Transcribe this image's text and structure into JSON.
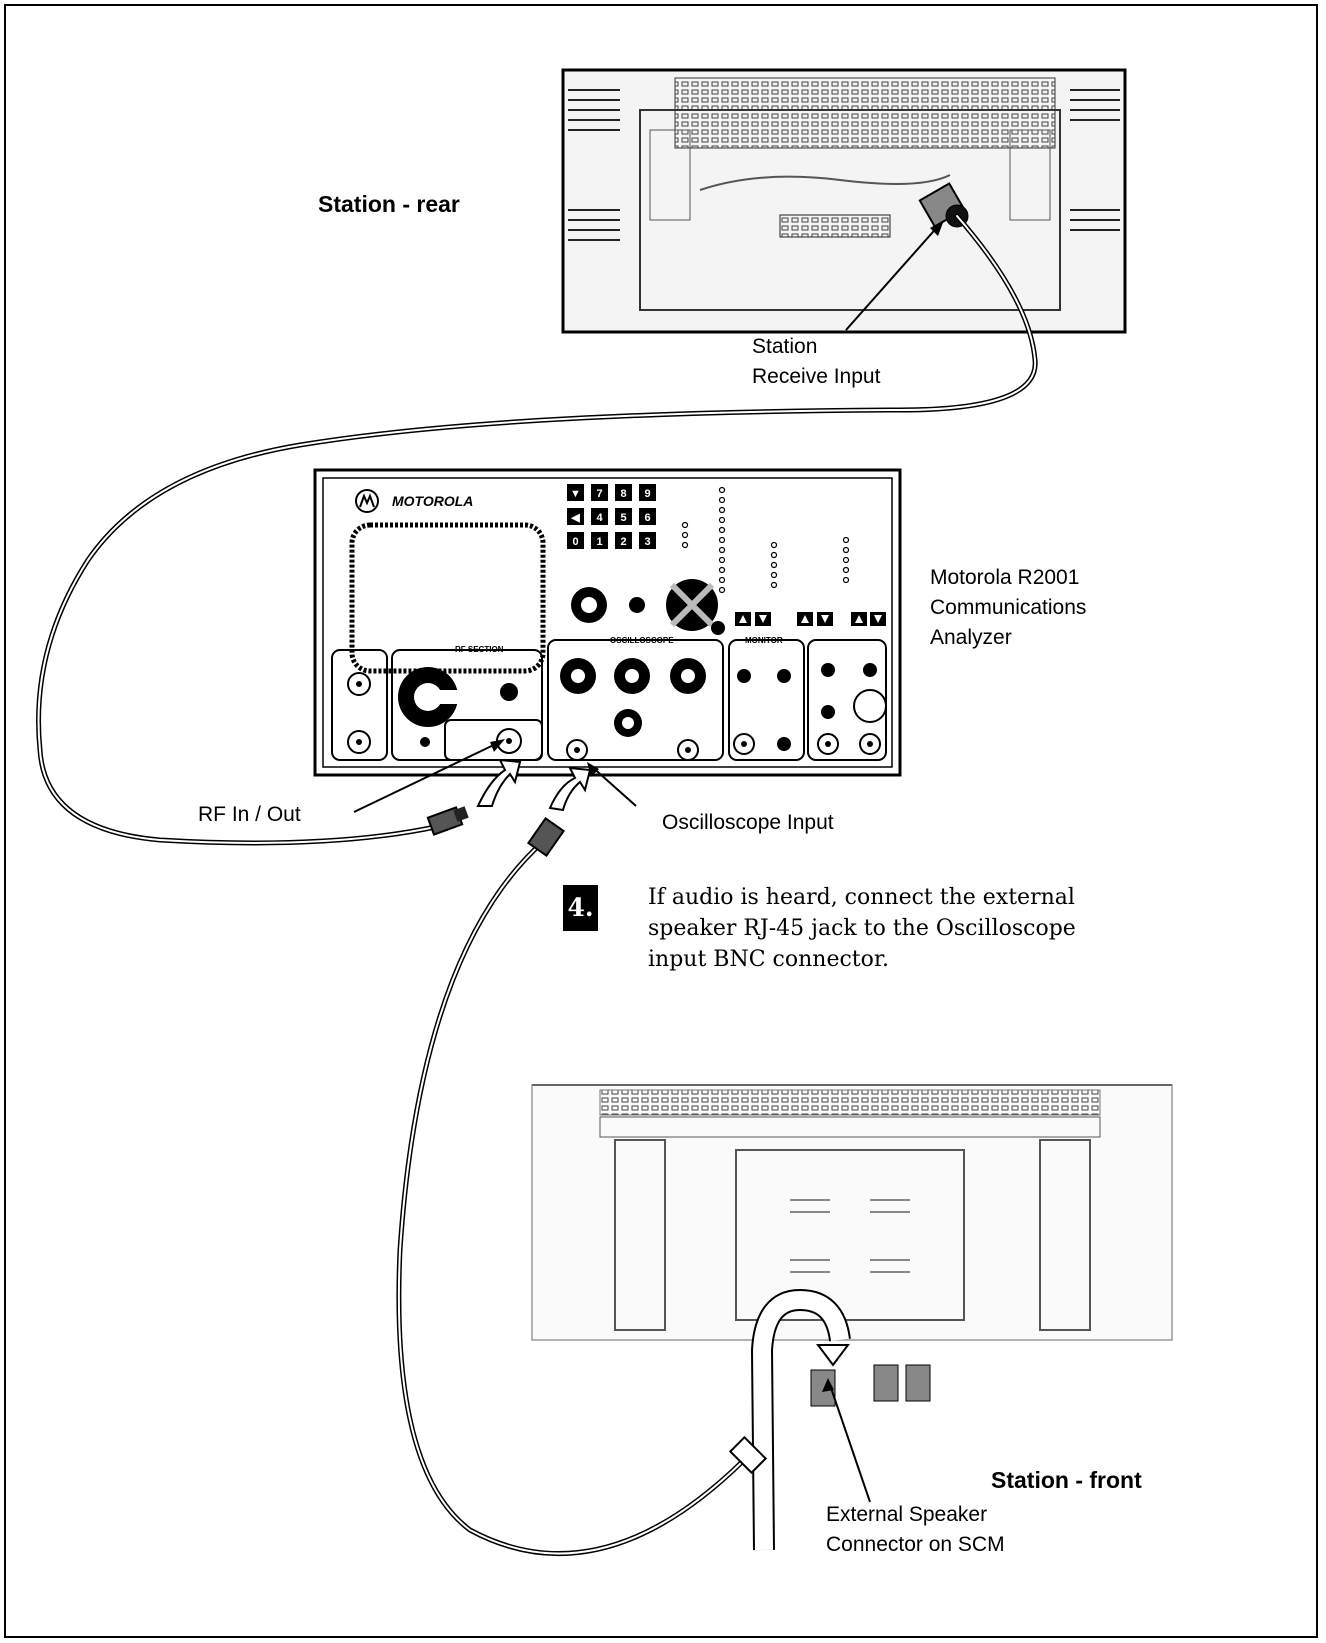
{
  "labels": {
    "station_rear": "Station - rear",
    "station_receive_input": "Station\nReceive Input",
    "analyzer_name": "Motorola R2001\nCommunications\nAnalyzer",
    "rf_in_out": "RF In / Out",
    "oscilloscope_input": "Oscilloscope Input",
    "station_front": "Station - front",
    "external_speaker_connector": "External Speaker\nConnector on SCM"
  },
  "step": {
    "number": "4.",
    "text": "If audio is heard, connect the external\nspeaker RJ-45 jack to the Oscilloscope\ninput BNC connector."
  },
  "panel": {
    "brand": "MOTOROLA",
    "keypad": [
      "▼",
      "7",
      "8",
      "9",
      "◀",
      "4",
      "5",
      "6",
      "0",
      "1",
      "2",
      "3"
    ],
    "rf_section_label": "RF SECTION",
    "oscilloscope_label": "OSCILLOSCOPE",
    "monitor_label": "MONITOR"
  }
}
